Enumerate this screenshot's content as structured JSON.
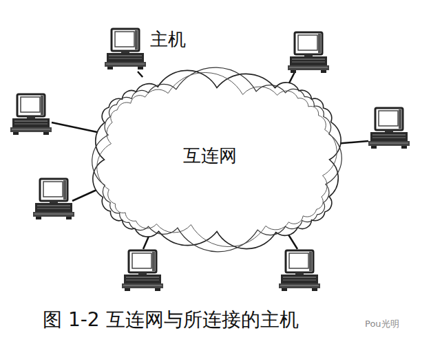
{
  "diagram": {
    "caption": "图 1-2 互连网与所连接的主机",
    "nodes": [
      {
        "text": [
          "主机"
        ]
      },
      {
        "text": [
          "互连网"
        ]
      }
    ],
    "edges": [
      {
        "from": 0,
        "to": 1,
        "arrow": "none"
      }
    ],
    "labels": [
      "Pou光明"
    ]
  }
}
